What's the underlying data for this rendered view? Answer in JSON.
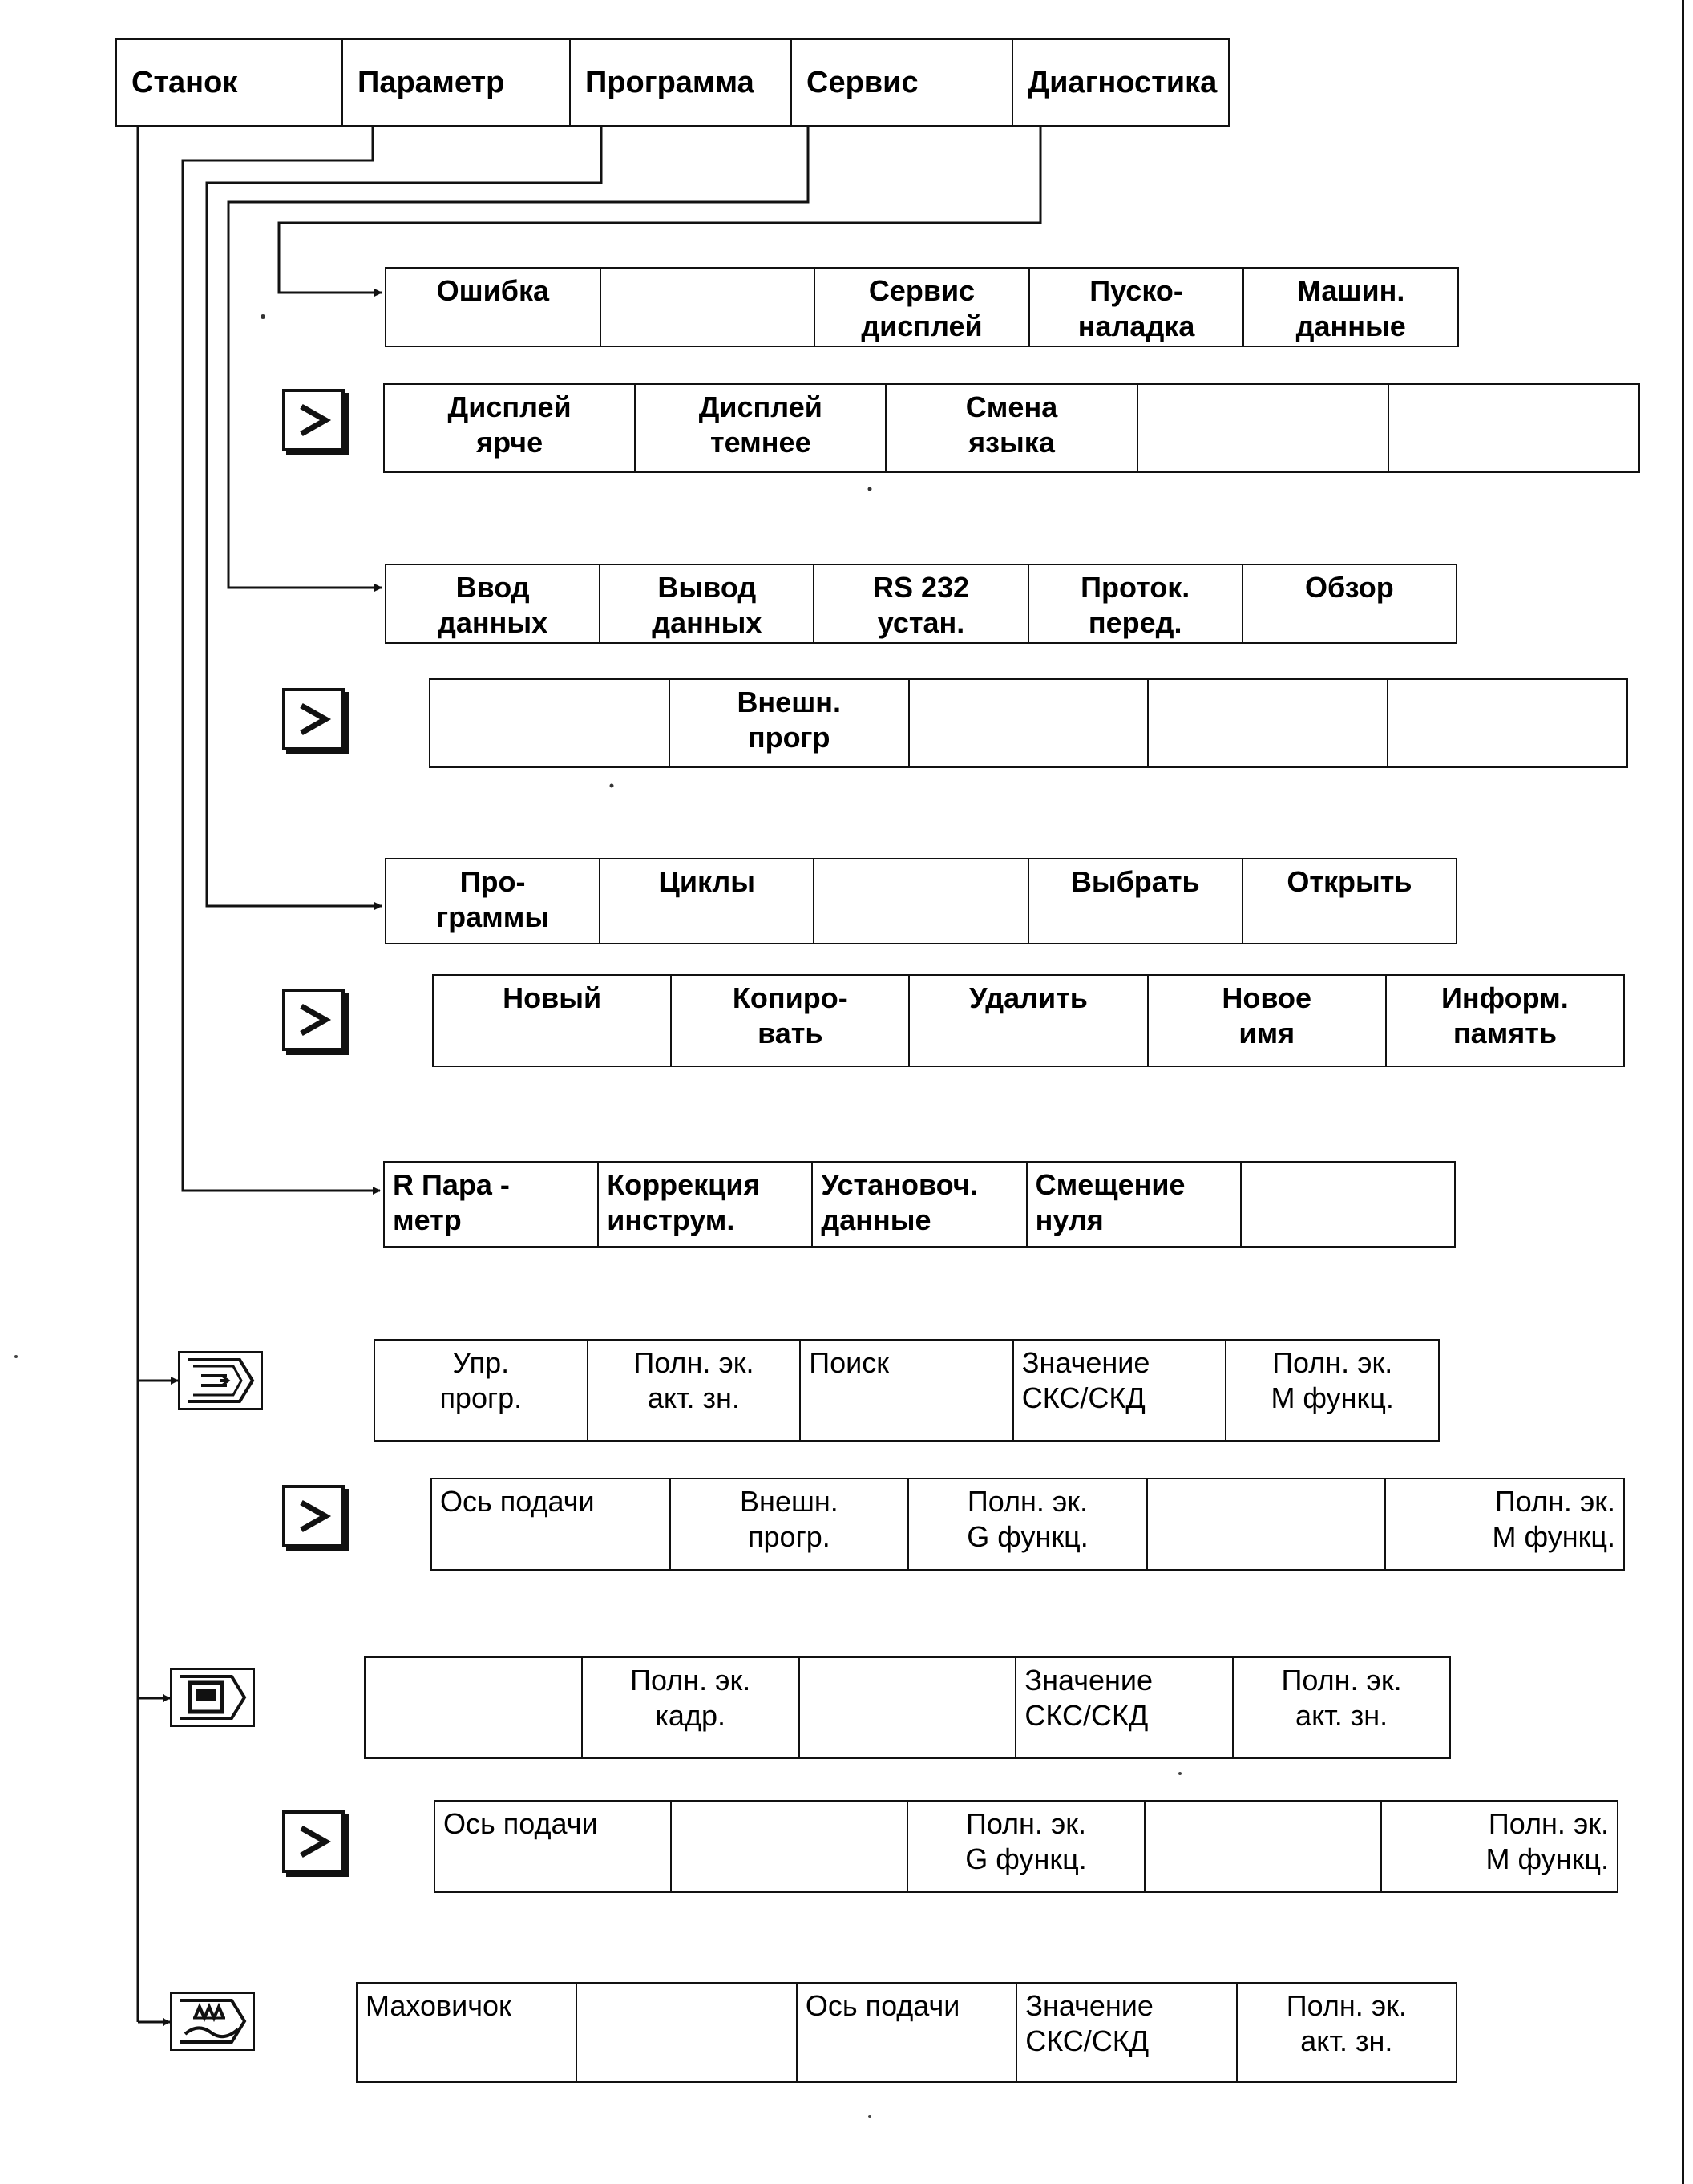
{
  "top_menu": [
    "Станок",
    "Параметр",
    "Программа",
    "Сервис",
    "Диагностика"
  ],
  "rows": {
    "diagnostics_1": {
      "cells": [
        "Ошибка",
        "",
        "Сервис\nдисплей",
        "Пуско-\nналадка",
        "Машин.\nданные"
      ],
      "align": [
        "center",
        "center",
        "center",
        "center",
        "center"
      ]
    },
    "diagnostics_2": {
      "cells": [
        "Дисплей\nярче",
        "Дисплей\nтемнее",
        "Смена\nязыка",
        "",
        ""
      ],
      "align": [
        "center",
        "center",
        "center",
        "center",
        "center"
      ]
    },
    "service_1": {
      "cells": [
        "Ввод\nданных",
        "Вывод\nданных",
        "RS 232\nустан.",
        "Проток.\nперед.",
        "Обзор"
      ],
      "align": [
        "center",
        "center",
        "center",
        "center",
        "center"
      ]
    },
    "service_2": {
      "cells": [
        "",
        "Внешн.\nпрогр",
        "",
        "",
        ""
      ],
      "align": [
        "center",
        "center",
        "center",
        "center",
        "center"
      ]
    },
    "program_1": {
      "cells": [
        "Про-\nграммы",
        "Циклы",
        "",
        "Выбрать",
        "Открыть"
      ],
      "align": [
        "center",
        "center",
        "center",
        "center",
        "center"
      ]
    },
    "program_2": {
      "cells": [
        "Новый",
        "Копиро-\nвать",
        "Удалить",
        "Новое\nимя",
        "Информ.\nпамять"
      ],
      "align": [
        "center",
        "center",
        "center",
        "center",
        "center"
      ]
    },
    "parameter_1": {
      "cells": [
        "R Пара -\nметр",
        "Коррекция\nинструм.",
        "Установоч.\nданные",
        "Смещение\nнуля",
        ""
      ],
      "align": [
        "left",
        "left",
        "left",
        "left",
        "left"
      ]
    },
    "auto_1": {
      "cells": [
        "Упр.\nпрогр.",
        "Полн. эк.\nакт. зн.",
        "Поиск",
        "Значение\nСКС/СКД",
        "Полн. эк.\nМ функц."
      ],
      "align": [
        "center",
        "center",
        "left",
        "left",
        "center"
      ]
    },
    "auto_2": {
      "cells": [
        "Ось подачи",
        "Внешн.\nпрогр.",
        "Полн. эк.\nG функц.",
        "",
        "Полн. эк.\nМ функц."
      ],
      "align": [
        "left",
        "center",
        "center",
        "center",
        "right"
      ]
    },
    "mdi_1": {
      "cells": [
        "",
        "Полн. эк.\nкадр.",
        "",
        "Значение\nСКС/СКД",
        "Полн. эк.\nакт. зн."
      ],
      "align": [
        "center",
        "center",
        "center",
        "left",
        "center"
      ]
    },
    "mdi_2": {
      "cells": [
        "Ось подачи",
        "",
        "Полн. эк.\nG функц.",
        "",
        "Полн. эк.\nМ функц."
      ],
      "align": [
        "left",
        "center",
        "center",
        "center",
        "right"
      ]
    },
    "jog_1": {
      "cells": [
        "Маховичок",
        "",
        "Ось подачи",
        "Значение\nСКС/СКД",
        "Полн. эк.\nакт. зн."
      ],
      "align": [
        "left",
        "center",
        "left",
        "left",
        "center"
      ]
    }
  },
  "next_key_symbol": ">",
  "mode_icons": [
    "auto-mode-icon",
    "mdi-mode-icon",
    "jog-handwheel-icon"
  ]
}
